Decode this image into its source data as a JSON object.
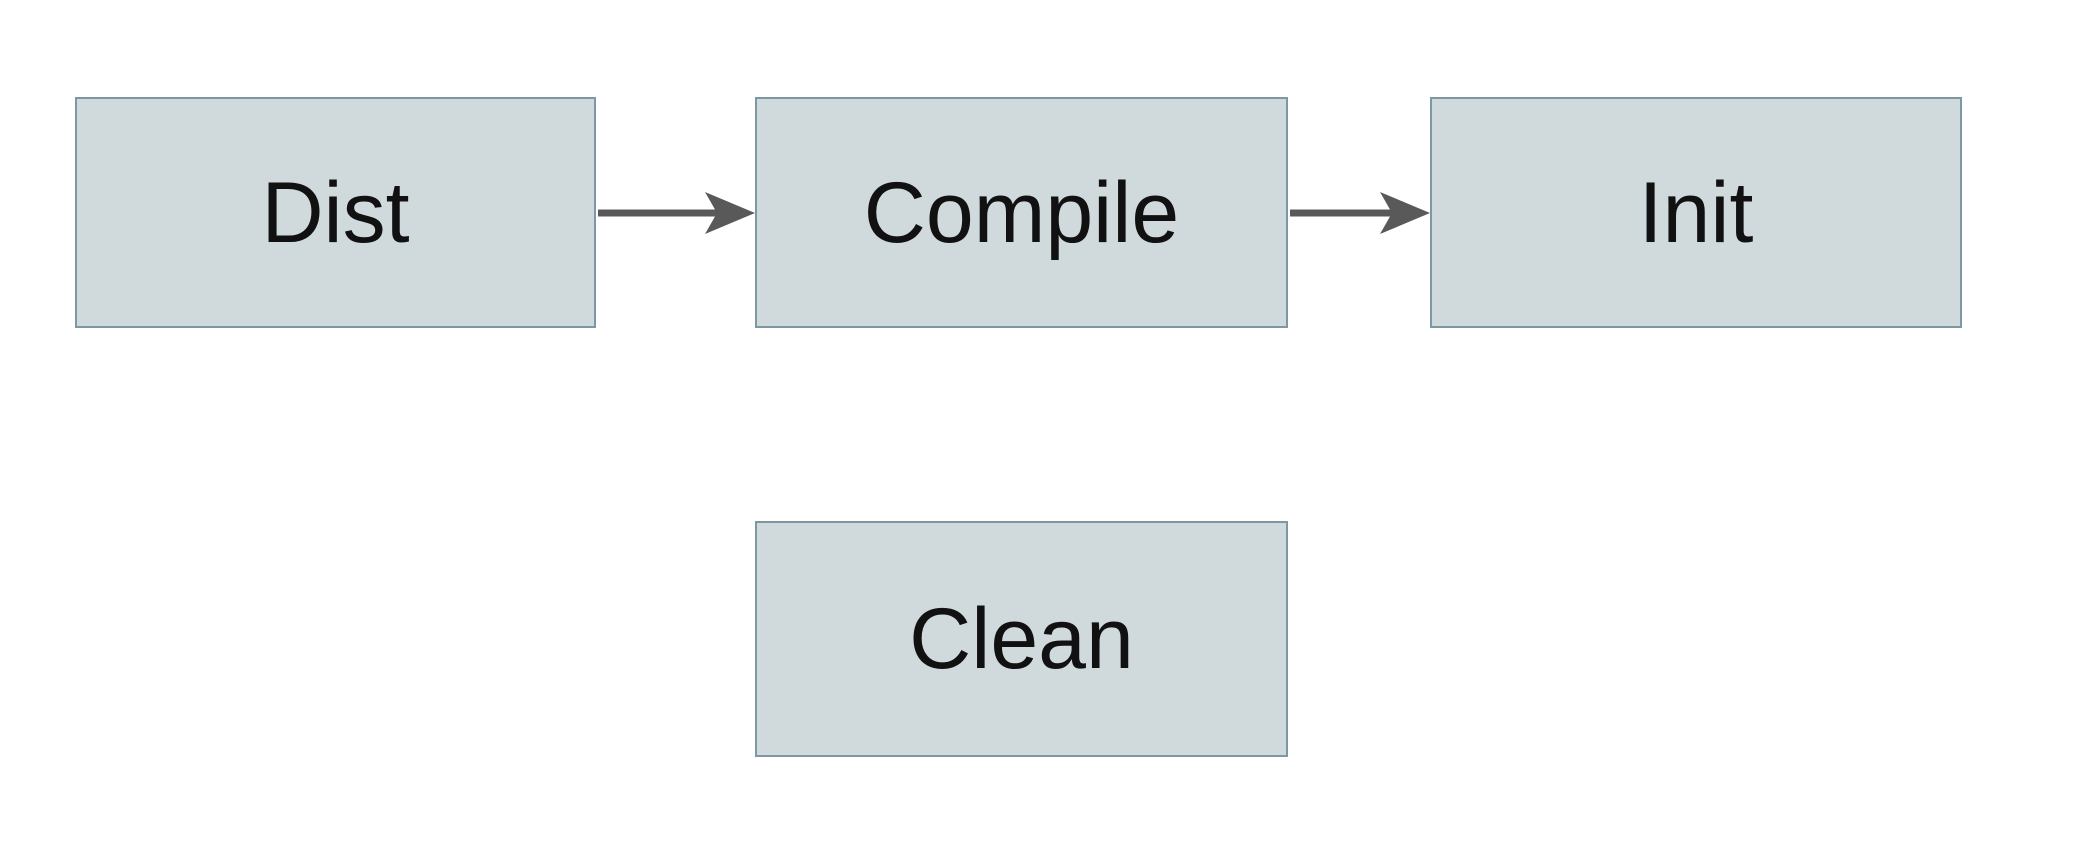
{
  "diagram": {
    "title": "build-targets-flow",
    "colors": {
      "canvas_bg": "#ffffff",
      "node_fill": "#d0d9dc",
      "node_border": "#7d97a5",
      "arrow_color": "#595959",
      "text_color": "#111111"
    },
    "nodes": [
      {
        "id": "dist",
        "label": "Dist"
      },
      {
        "id": "compile",
        "label": "Compile"
      },
      {
        "id": "init",
        "label": "Init"
      },
      {
        "id": "clean",
        "label": "Clean"
      }
    ],
    "edges": [
      {
        "from": "dist",
        "to": "compile",
        "style": "arrow-right"
      },
      {
        "from": "compile",
        "to": "init",
        "style": "arrow-right"
      }
    ]
  }
}
